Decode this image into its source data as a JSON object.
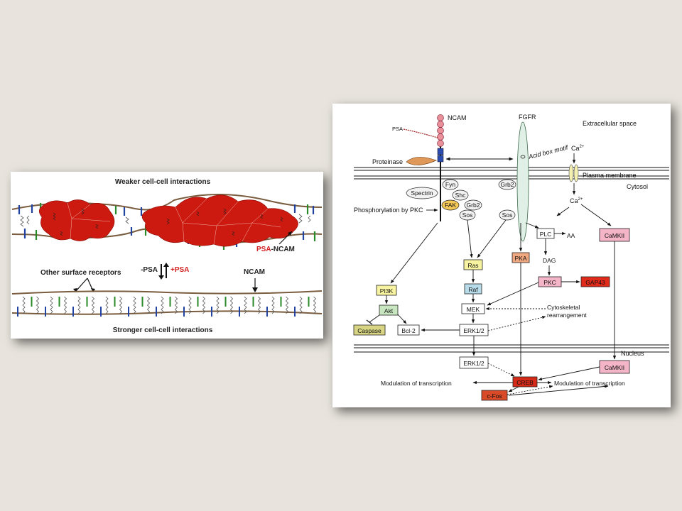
{
  "left": {
    "top_title": "Weaker cell-cell interactions",
    "bottom_title": "Stronger cell-cell interactions",
    "psa_ncam_prefix": "PSA",
    "psa_ncam_suffix": "-NCAM",
    "minus_psa": "-PSA",
    "plus_psa": "+PSA",
    "other_receptors": "Other surface receptors",
    "ncam": "NCAM"
  },
  "right": {
    "ncam": "NCAM",
    "psa": "PSA",
    "fgfr": "FGFR",
    "extracellular": "Extracellular space",
    "acid_box": "Acid box motif",
    "ca_top": "Ca",
    "ca_sup": "2+",
    "proteinase": "Proteinase",
    "plasma_membrane": "Plasma membrane",
    "cytosol": "Cytosol",
    "spectrin": "Spectrin",
    "fyn": "Fyn",
    "shc": "Shc",
    "fak": "FAK",
    "grb2_a": "Grb2",
    "sos_a": "Sos",
    "grb2_b": "Grb2",
    "sos_b": "Sos",
    "phosphorylation": "Phosphorylation by PKC",
    "ca_mid": "Ca",
    "ca_mid_sup": "2+",
    "plc": "PLC",
    "aa": "AA",
    "camkii": "CaMKII",
    "pka": "PKA",
    "dag": "DAG",
    "ras": "Ras",
    "pkc": "PKC",
    "gap43": "GAP43",
    "pi3k": "PI3K",
    "raf": "Raf",
    "mek": "MEK",
    "cytoskeletal": "Cytoskeletal",
    "rearrangement": "rearrangement",
    "akt": "Akt",
    "caspase": "Caspase",
    "bcl2": "Bcl-2",
    "erk_cyto": "ERK1/2",
    "nucleus": "Nucleus",
    "erk_nuc": "ERK1/2",
    "camkii_nuc": "CaMKII",
    "creb": "CREB",
    "mod_left": "Modulation of transcription",
    "mod_right": "Modulation of transcription",
    "cfos": "c-Fos"
  },
  "colors": {
    "cell_red": "#cc1a10",
    "psa_red": "#d42020",
    "ncam_pink": "#e9909a",
    "yellow_box": "#f7f3a0",
    "blue_box": "#b8dcea",
    "green_box": "#c8e6c0",
    "pink_box": "#f4b5c8",
    "creb_red": "#d62a18"
  }
}
